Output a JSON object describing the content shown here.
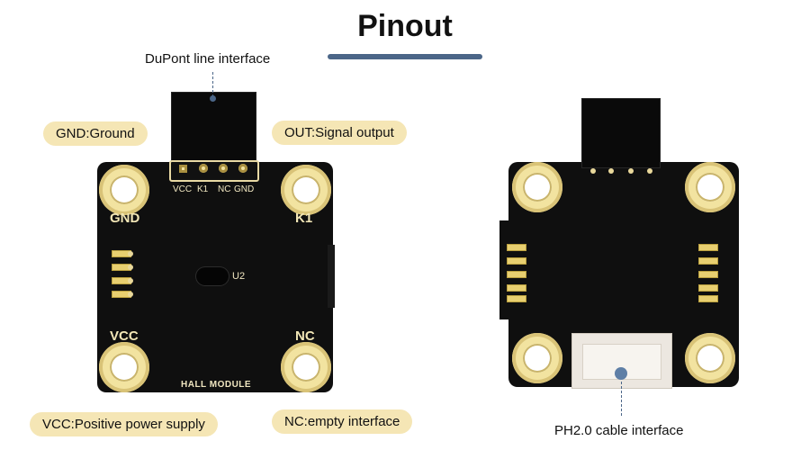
{
  "title": "Pinout",
  "labels": {
    "dupont": "DuPont line interface",
    "gnd": "GND:Ground",
    "out": "OUT:Signal output",
    "vcc": "VCC:Positive power supply",
    "nc": "NC:empty interface",
    "ph": "PH2.0 cable interface"
  },
  "front_board": {
    "header_pins": [
      "VCC",
      "K1",
      "NC",
      "GND"
    ],
    "corner_labels": {
      "top_left": "GND",
      "top_right": "K1",
      "bottom_left": "VCC",
      "bottom_right": "NC"
    },
    "sensor_label": "U2",
    "module_name": "HALL MODULE"
  },
  "colors": {
    "accent": "#4b6688",
    "pill_background": "#f5e6b5",
    "board": "#0f0f0f",
    "gold": "#f2e3a0"
  }
}
